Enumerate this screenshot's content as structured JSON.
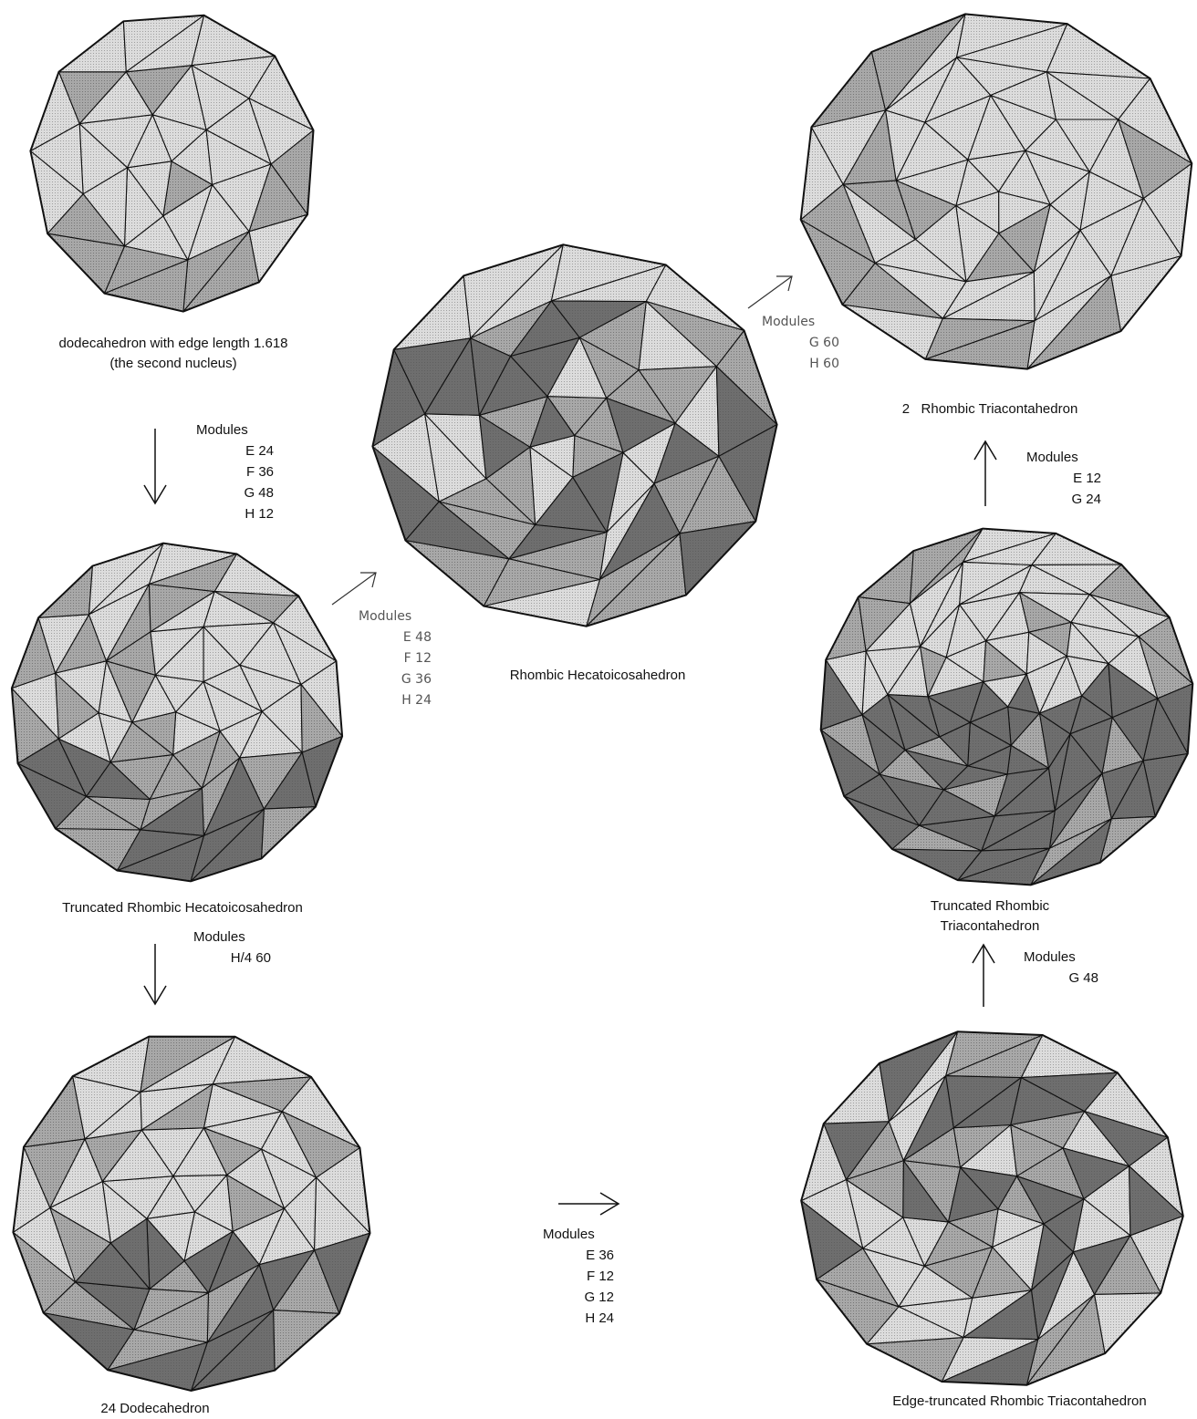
{
  "colors": {
    "face_light": "#dcdcdc",
    "face_mid": "#a8a8a8",
    "face_dark": "#6e6e6e",
    "edge": "#111111"
  },
  "polyhedra": [
    {
      "id": "dodecahedron",
      "caption_lines": [
        "dodecahedron with edge length 1.618",
        "(the second nucleus)"
      ]
    },
    {
      "id": "rhombic-hecatoicosahedron",
      "caption_lines": [
        "Rhombic Hecatoicosahedron"
      ]
    },
    {
      "id": "rhombic-triacontahedron-2",
      "caption_lines": [
        "2   Rhombic Triacontahedron"
      ]
    },
    {
      "id": "truncated-rhombic-hecatoicosahedron",
      "caption_lines": [
        "Truncated Rhombic Hecatoicosahedron"
      ]
    },
    {
      "id": "truncated-rhombic-triacontahedron",
      "caption_lines": [
        "Truncated Rhombic",
        "Triacontahedron"
      ]
    },
    {
      "id": "dodecahedron-24",
      "caption_lines": [
        "24 Dodecahedron"
      ]
    },
    {
      "id": "edge-truncated-rhombic-triacontahedron",
      "caption_lines": [
        "Edge-truncated Rhombic Triacontahedron"
      ]
    }
  ],
  "module_groups": [
    {
      "id": "dodeca-to-trh",
      "title": "Modules",
      "rows": [
        "E 24",
        "F 36",
        "G 48",
        "H 12"
      ]
    },
    {
      "id": "trh-to-rh",
      "title": "Modules",
      "rows": [
        "E 48",
        "F 12",
        "G 36",
        "H 24"
      ]
    },
    {
      "id": "rh-to-rt",
      "title": "Modules",
      "rows": [
        "G 60",
        "H 60"
      ]
    },
    {
      "id": "trt-to-rt",
      "title": "Modules",
      "rows": [
        "E 12",
        "G 24"
      ]
    },
    {
      "id": "trh-to-24",
      "title": "Modules",
      "rows": [
        "H/4 60"
      ]
    },
    {
      "id": "etrt-to-trt",
      "title": "Modules",
      "rows": [
        "G 48"
      ]
    },
    {
      "id": "24-to-etrt",
      "title": "Modules",
      "rows": [
        "E 36",
        "F 12",
        "G 12",
        "H 24"
      ]
    }
  ]
}
